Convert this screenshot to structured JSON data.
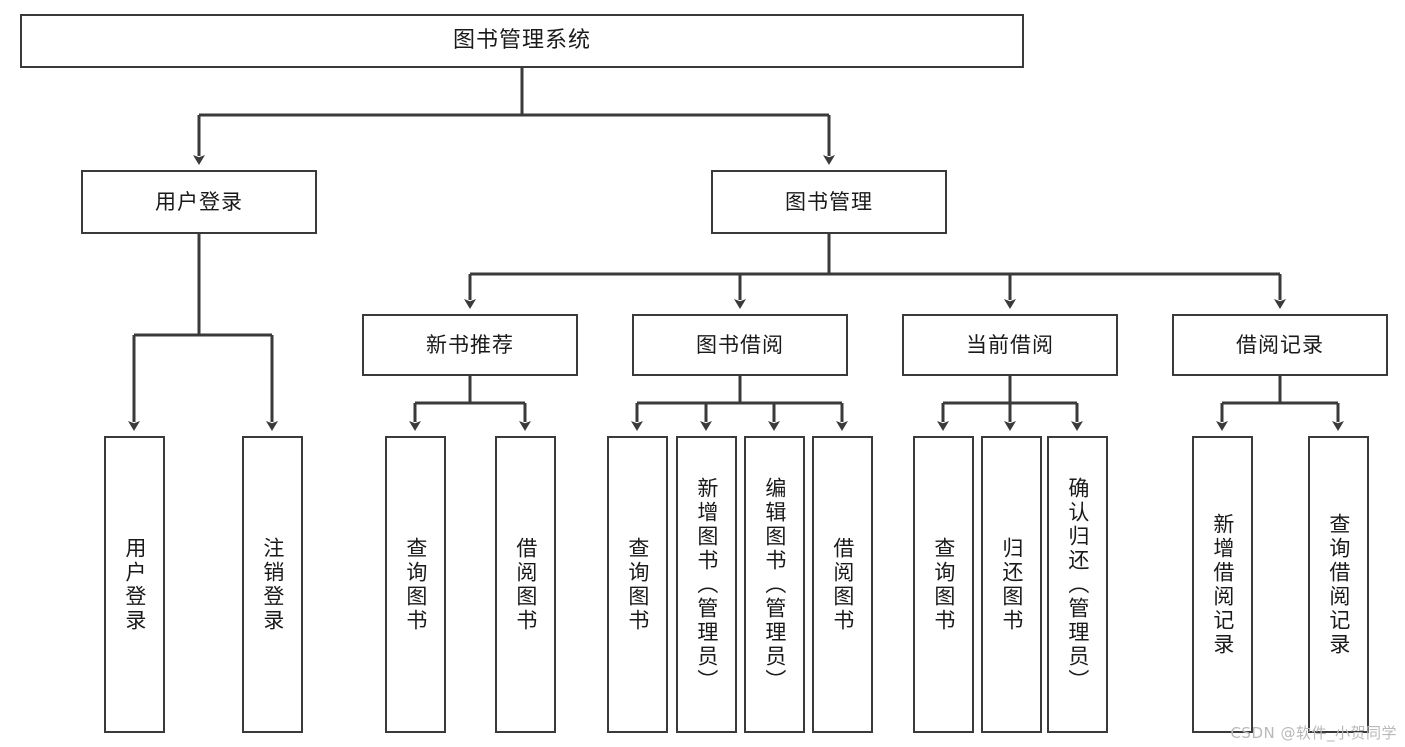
{
  "diagram": {
    "type": "tree",
    "title": "图书管理系统",
    "orientation": "top-down",
    "edge_color": "#3a3a3a",
    "node_border_color": "#3a3a3a",
    "node_fill_color": "#ffffff",
    "text_color": "#1a1a1a",
    "root": {
      "id": "root",
      "label": "图书管理系统"
    },
    "level2": [
      {
        "id": "user-login",
        "label": "用户登录"
      },
      {
        "id": "book-manage",
        "label": "图书管理"
      }
    ],
    "level3": [
      {
        "id": "new-book-recommend",
        "label": "新书推荐",
        "parent": "book-manage"
      },
      {
        "id": "book-borrow",
        "label": "图书借阅",
        "parent": "book-manage"
      },
      {
        "id": "current-borrow",
        "label": "当前借阅",
        "parent": "book-manage"
      },
      {
        "id": "borrow-record",
        "label": "借阅记录",
        "parent": "book-manage"
      }
    ],
    "leaves": [
      {
        "id": "leaf-user-login",
        "label": "用户登录",
        "parent": "user-login"
      },
      {
        "id": "leaf-user-logout",
        "label": "注销登录",
        "parent": "user-login"
      },
      {
        "id": "leaf-query-book-1",
        "label": "查询图书",
        "parent": "new-book-recommend"
      },
      {
        "id": "leaf-borrow-book-1",
        "label": "借阅图书",
        "parent": "new-book-recommend"
      },
      {
        "id": "leaf-query-book-2",
        "label": "查询图书",
        "parent": "book-borrow"
      },
      {
        "id": "leaf-add-book",
        "label": "新增图书（管理员）",
        "parent": "book-borrow"
      },
      {
        "id": "leaf-edit-book",
        "label": "编辑图书（管理员）",
        "parent": "book-borrow"
      },
      {
        "id": "leaf-borrow-book-2",
        "label": "借阅图书",
        "parent": "book-borrow"
      },
      {
        "id": "leaf-query-book-3",
        "label": "查询图书",
        "parent": "current-borrow"
      },
      {
        "id": "leaf-return-book",
        "label": "归还图书",
        "parent": "current-borrow"
      },
      {
        "id": "leaf-confirm-return",
        "label": "确认归还（管理员）",
        "parent": "current-borrow"
      },
      {
        "id": "leaf-add-record",
        "label": "新增借阅记录",
        "parent": "borrow-record"
      },
      {
        "id": "leaf-query-record",
        "label": "查询借阅记录",
        "parent": "borrow-record"
      }
    ]
  },
  "watermark": {
    "text": "CSDN @软件_小贺同学"
  }
}
